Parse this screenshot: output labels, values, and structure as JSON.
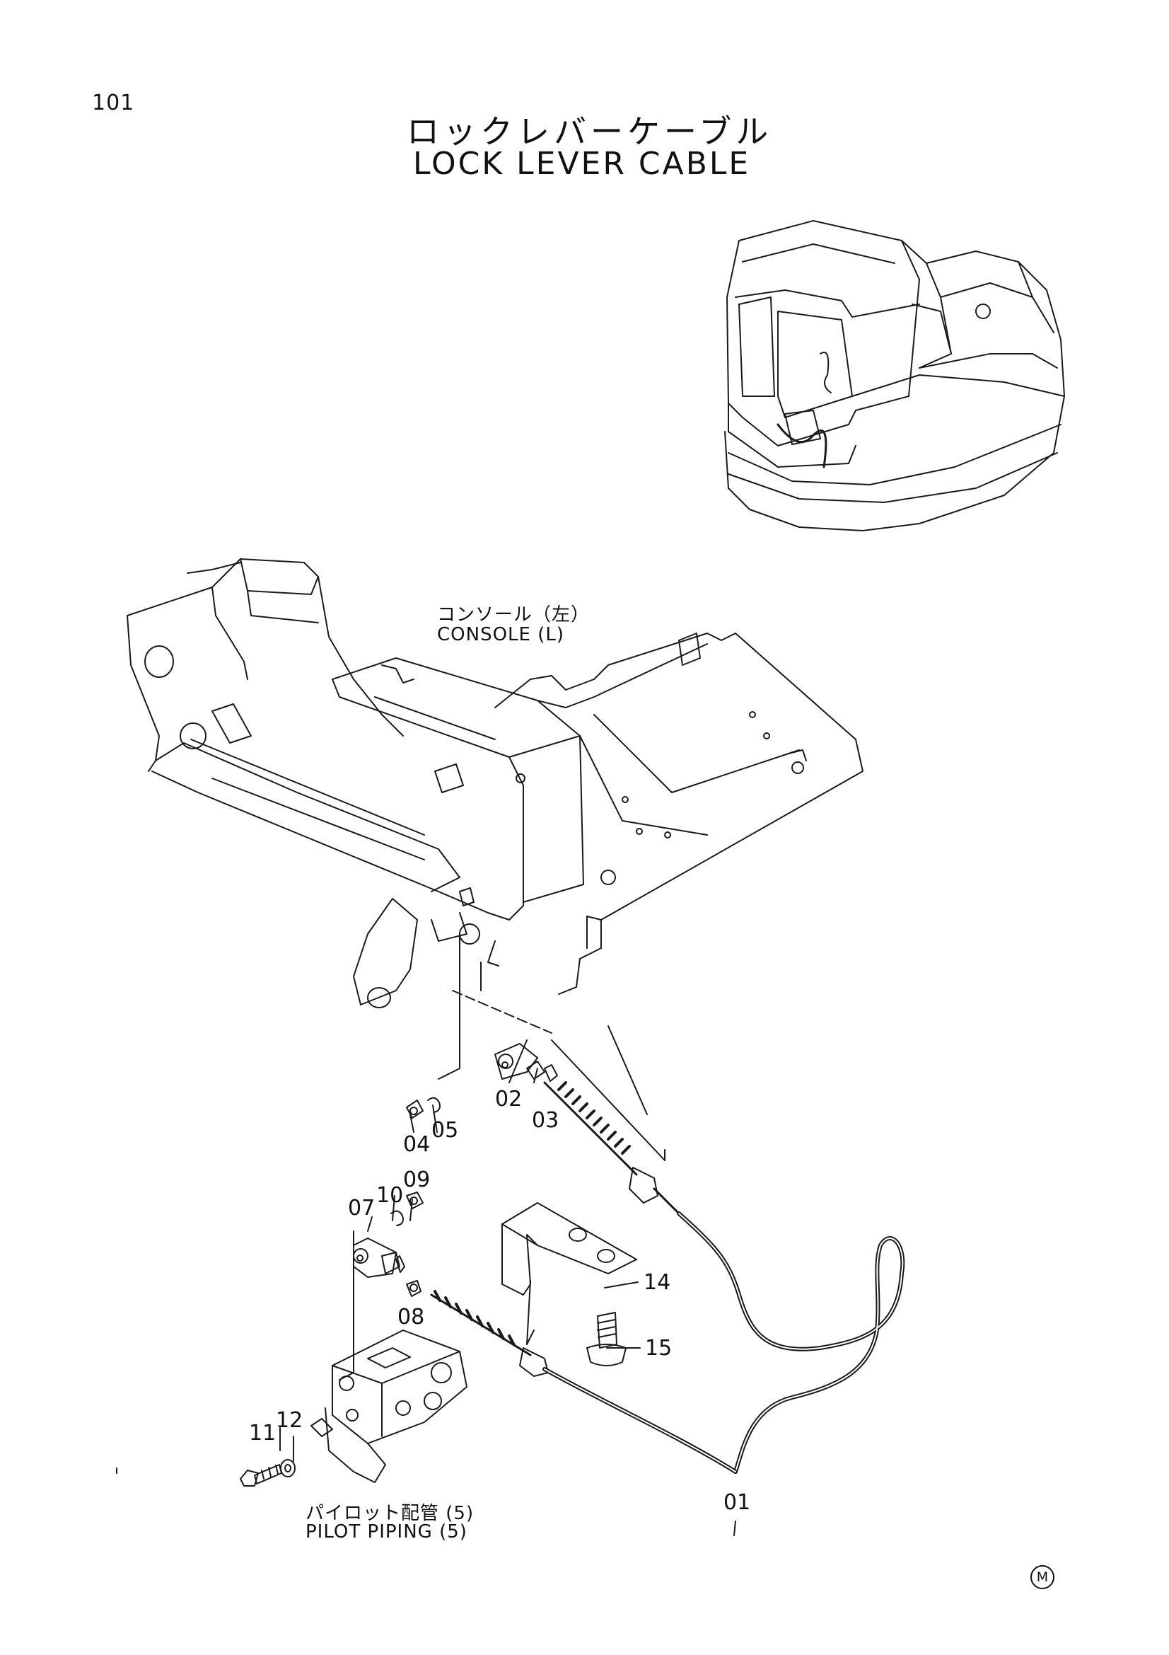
{
  "page_number": "101",
  "title_jp": "ロックレバーケーブル",
  "title_en": "LOCK LEVER CABLE",
  "labels": {
    "console_jp": "コンソール（左）",
    "console_en": "CONSOLE (L)",
    "pilot_jp": "パイロット配管 (5)",
    "pilot_en": "PILOT PIPING (5)"
  },
  "callouts": {
    "p01": "01",
    "p02": "02",
    "p03": "03",
    "p04": "04",
    "p05": "05",
    "p07": "07",
    "p08": "08",
    "p09": "09",
    "p10": "10",
    "p11": "11",
    "p12": "12",
    "p14": "14",
    "p15": "15"
  },
  "corner_mark": "M"
}
